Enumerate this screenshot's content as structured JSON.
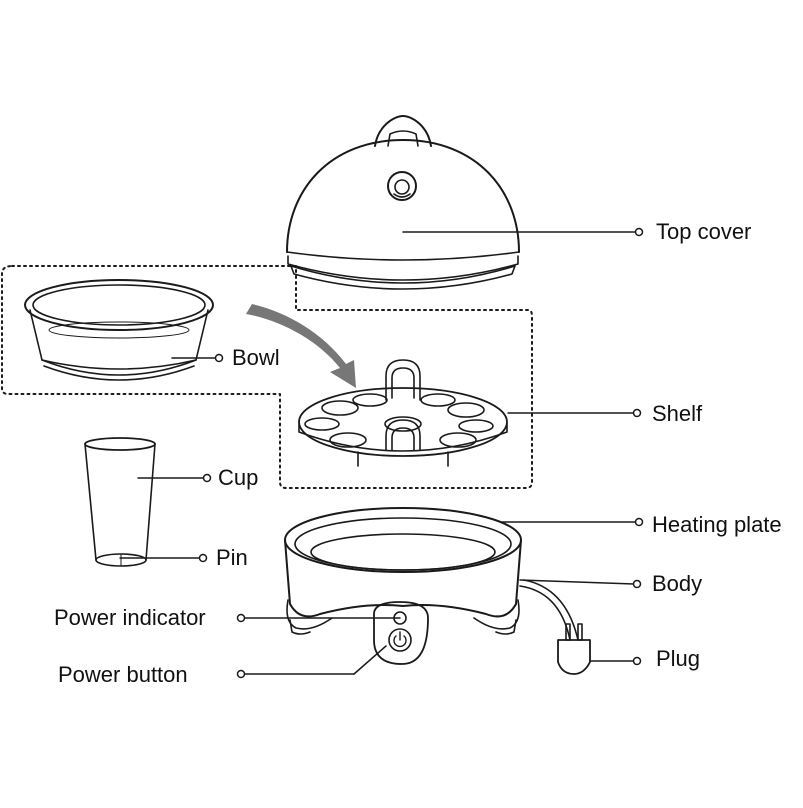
{
  "labels": {
    "top_cover": "Top cover",
    "bowl": "Bowl",
    "shelf": "Shelf",
    "cup": "Cup",
    "pin": "Pin",
    "heating_plate": "Heating plate",
    "body": "Body",
    "power_indicator": "Power indicator",
    "power_button": "Power button",
    "plug": "Plug"
  },
  "colors": {
    "line": "#1a1a1a",
    "arrow": "#777777",
    "background": "#ffffff"
  },
  "icons": {
    "power": "power-icon"
  }
}
